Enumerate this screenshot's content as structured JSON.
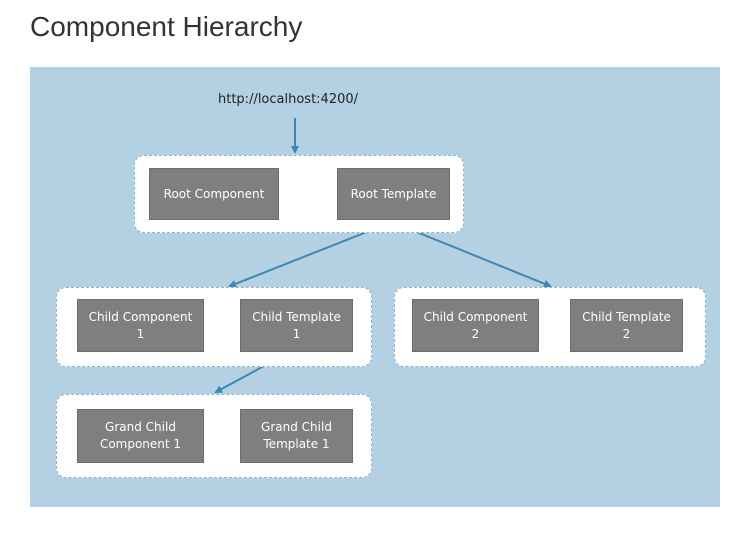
{
  "page": {
    "title": "Component Hierarchy"
  },
  "diagram": {
    "url": "http://localhost:4200/",
    "root": {
      "component": "Root Component",
      "template": "Root Template"
    },
    "child1": {
      "component": "Child Component\n1",
      "template": "Child Template\n1"
    },
    "child2": {
      "component": "Child Component\n2",
      "template": "Child Template\n2"
    },
    "grandchild1": {
      "component": "Grand Child\nComponent 1",
      "template": "Grand Child\nTemplate  1"
    },
    "colors": {
      "background": "#b3d1e2",
      "node_fill": "#7f7f7f",
      "arrow": "#3d87b5",
      "group_fill": "#ffffff"
    }
  }
}
